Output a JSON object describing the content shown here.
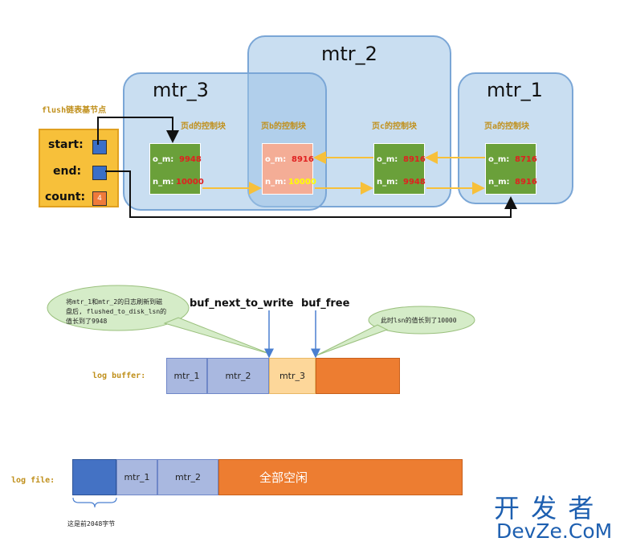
{
  "mtr_groups": {
    "mtr_2": "mtr_2",
    "mtr_3": "mtr_3",
    "mtr_1": "mtr_1"
  },
  "flush_list": {
    "title": "flush链表基节点",
    "start": "start:",
    "end": "end:",
    "count": "count:",
    "count_value": "4"
  },
  "blocks": [
    {
      "caption": "页d的控制块",
      "o_m_label": "o_m:",
      "o_m": "9948",
      "n_m_label": "n_m:",
      "n_m": "10000"
    },
    {
      "caption": "页b的控制块",
      "o_m_label": "o_m:",
      "o_m": "8916",
      "n_m_label": "n_m:",
      "n_m": "10000"
    },
    {
      "caption": "页c的控制块",
      "o_m_label": "o_m:",
      "o_m": "8916",
      "n_m_label": "n_m:",
      "n_m": "9948"
    },
    {
      "caption": "页a的控制块",
      "o_m_label": "o_m:",
      "o_m": "8716",
      "n_m_label": "n_m:",
      "n_m": "8916"
    }
  ],
  "log_buffer": {
    "label": "log buffer:",
    "segments": [
      "mtr_1",
      "mtr_2",
      "mtr_3",
      ""
    ],
    "pointer_next": "buf_next_to_write",
    "pointer_free": "buf_free",
    "bubble_left_lines": [
      "将mtr_1和mtr_2的日志刷新到磁",
      "盘后, flushed_to_disk_lsn的",
      "值长到了9948"
    ],
    "bubble_right": "此时lsn的值长到了10000"
  },
  "log_file": {
    "label": "log file:",
    "segments": [
      "",
      "mtr_1",
      "mtr_2",
      "全部空闲"
    ],
    "note": "这是前2048字节"
  },
  "watermark": {
    "cn": "开 发 者",
    "en": "DevZe.CoM"
  },
  "colors": {
    "mtr_fill": "#9dc3e6",
    "block_green": "#6aa03a",
    "block_salmon": "#f4ad96",
    "arrow_yellow": "#f7c03a",
    "flush_box": "#f7c03a",
    "seg_mtr": "#a9b8e0",
    "seg_mtr3": "#fdd79a",
    "seg_free": "#ed7d31",
    "seg_header": "#4472c4"
  }
}
